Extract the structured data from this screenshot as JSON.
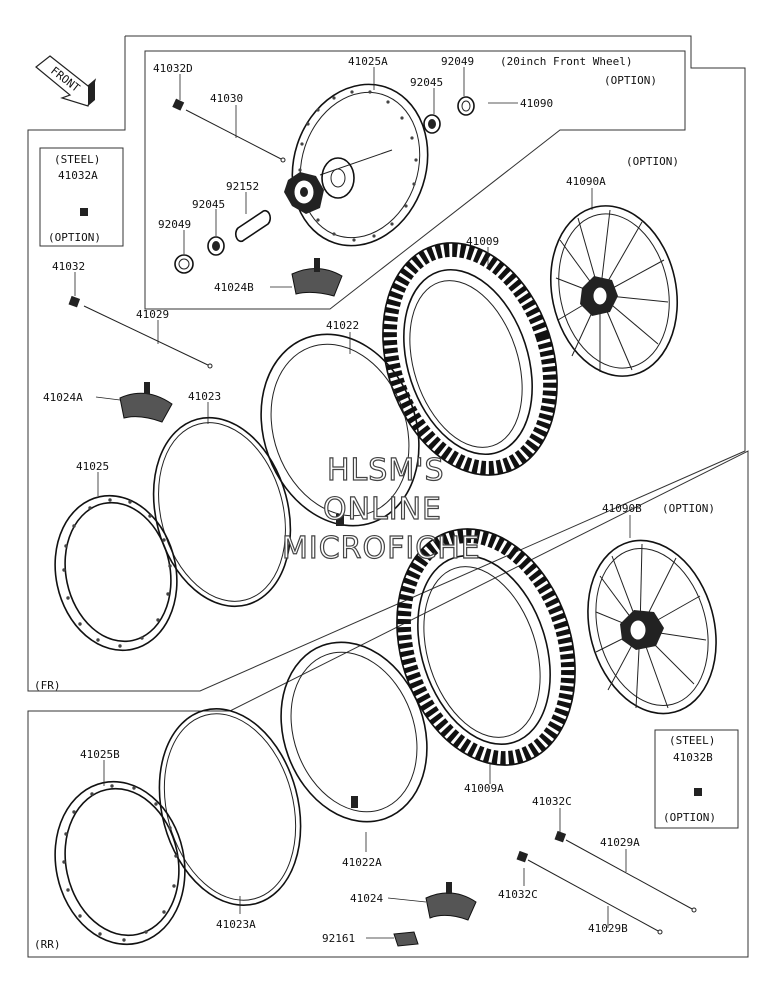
{
  "front_arrow": "FRONT",
  "option_box": {
    "title": "(20inch Front Wheel)",
    "option": "(OPTION)"
  },
  "labels": {
    "p41032D": "41032D",
    "p41030": "41030",
    "p41025A": "41025A",
    "p92049_top": "92049",
    "p92045_top": "92045",
    "p41090": "41090",
    "p92152": "92152",
    "p92045_low": "92045",
    "p92049_low": "92049",
    "p41024B": "41024B",
    "p41090A": "41090A",
    "p41090A_opt": "(OPTION)",
    "p41009": "41009",
    "p41032": "41032",
    "p41029": "41029",
    "p41022": "41022",
    "p41024A": "41024A",
    "p41023": "41023",
    "p41025": "41025",
    "p41090B": "41090B",
    "p41090B_opt": "(OPTION)",
    "fr": "(FR)",
    "p41009A": "41009A",
    "p41025B": "41025B",
    "p41032C_a": "41032C",
    "p41029A": "41029A",
    "p41032C_b": "41032C",
    "p41029B": "41029B",
    "p41022A": "41022A",
    "p41024": "41024",
    "p41023A": "41023A",
    "p92161": "92161",
    "rr": "(RR)"
  },
  "steel_box_a": {
    "steel": "(STEEL)",
    "part": "41032A",
    "option": "(OPTION)"
  },
  "steel_box_b": {
    "steel": "(STEEL)",
    "part": "41032B",
    "option": "(OPTION)"
  },
  "watermark": {
    "line1": "HLSM'S",
    "line2": "ONLINE",
    "line3": "MICROFICHE"
  }
}
